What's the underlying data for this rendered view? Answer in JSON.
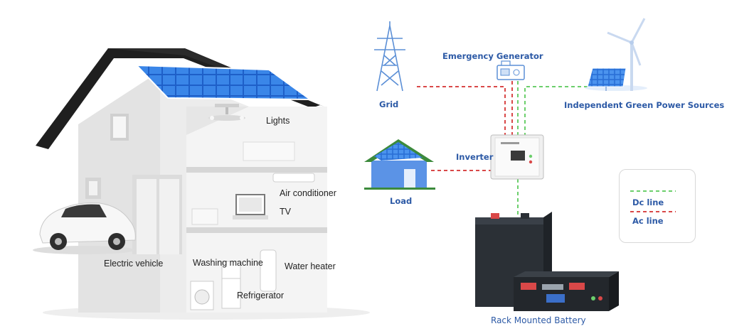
{
  "house": {
    "labels": {
      "lights": "Lights",
      "air_conditioner": "Air conditioner",
      "tv": "TV",
      "electric_vehicle": "Electric vehicle",
      "washing_machine": "Washing machine",
      "water_heater": "Water heater",
      "refrigerator": "Refrigerator"
    }
  },
  "diagram": {
    "labels": {
      "grid": "Grid",
      "emergency_generator": "Emergency Generator",
      "green_sources": "Independent Green Power Sources",
      "load": "Load",
      "inverter": "Inverter",
      "battery": "Rack Mounted Battery"
    }
  },
  "legend": {
    "dc": {
      "label": "Dc line",
      "color": "#6ccf6c"
    },
    "ac": {
      "label": "Ac line",
      "color": "#d94848"
    }
  },
  "colors": {
    "label_blue": "#2d5aa6",
    "solar_blue": "#2f6fd6",
    "roof": "#1f1f1f"
  }
}
